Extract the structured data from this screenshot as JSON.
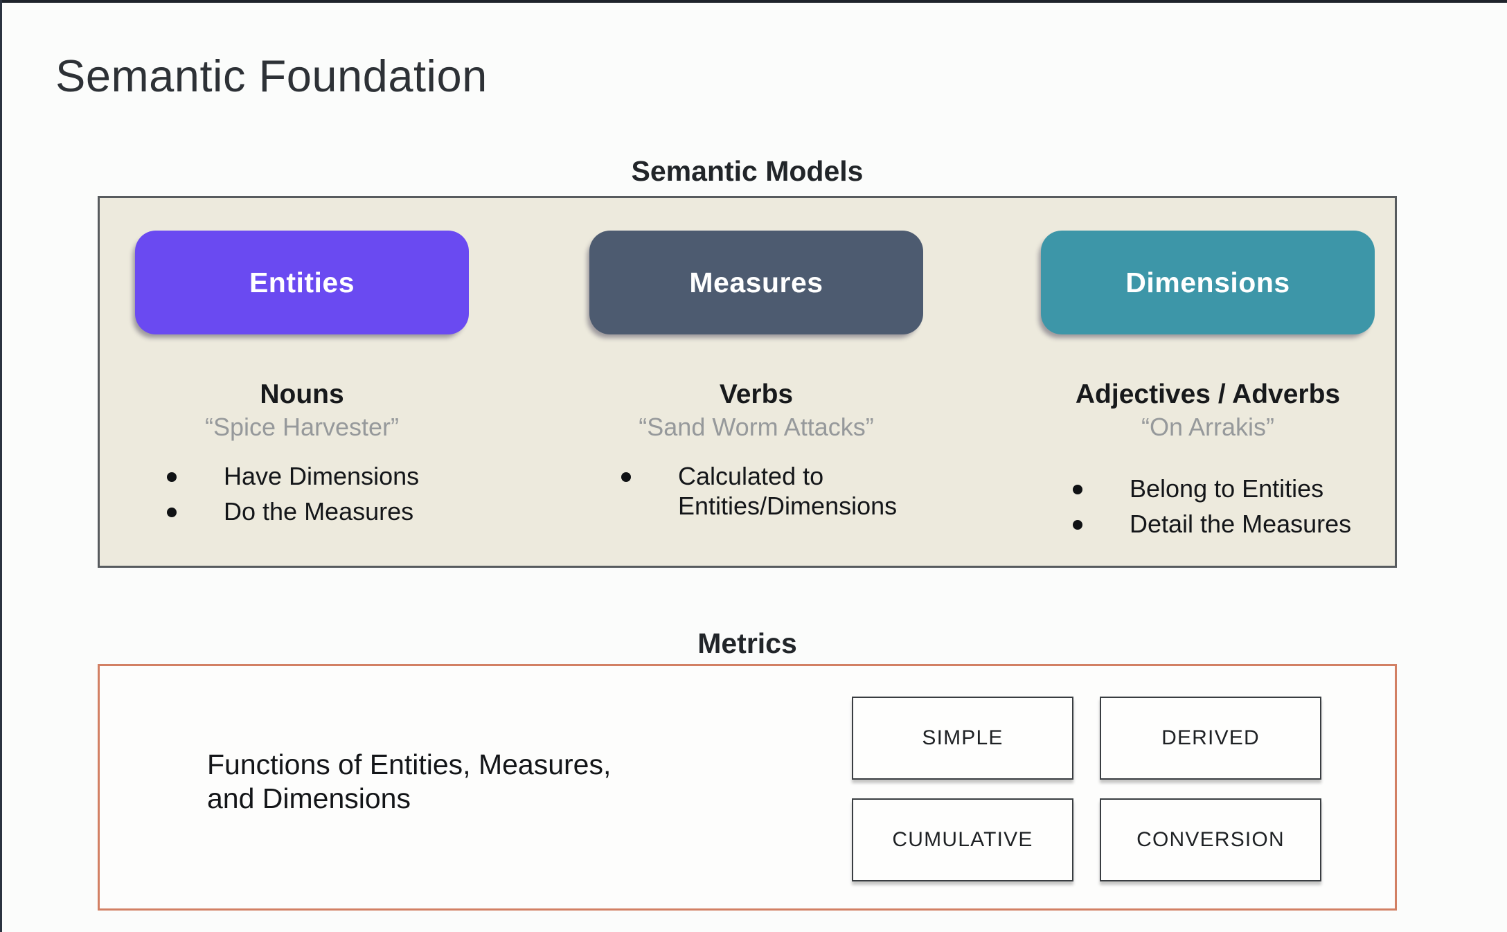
{
  "slide": {
    "title": "Semantic Foundation"
  },
  "semantic_models": {
    "heading": "Semantic Models",
    "columns": [
      {
        "pill_label": "Entities",
        "pill_color": "#6a4af1",
        "role": "Nouns",
        "example": "“Spice Harvester”",
        "bullets": [
          "Have Dimensions",
          "Do the Measures"
        ]
      },
      {
        "pill_label": "Measures",
        "pill_color": "#4d5b70",
        "role": "Verbs",
        "example": "“Sand Worm Attacks”",
        "bullets": [
          "Calculated to Entities/Dimensions"
        ]
      },
      {
        "pill_label": "Dimensions",
        "pill_color": "#3d96a8",
        "role": "Adjectives / Adverbs",
        "example": "“On Arrakis”",
        "bullets": [
          "Belong to Entities",
          "Detail the Measures"
        ]
      }
    ]
  },
  "metrics": {
    "heading": "Metrics",
    "description": "Functions of Entities, Measures,\nand Dimensions",
    "types": [
      "SIMPLE",
      "DERIVED",
      "CUMULATIVE",
      "CONVERSION"
    ]
  },
  "colors": {
    "entities_pill": "#6a4af1",
    "measures_pill": "#4d5b70",
    "dimensions_pill": "#3d96a8",
    "models_box_background": "#edeadd",
    "models_box_border": "#575b5e",
    "metrics_box_border": "#d28064"
  }
}
